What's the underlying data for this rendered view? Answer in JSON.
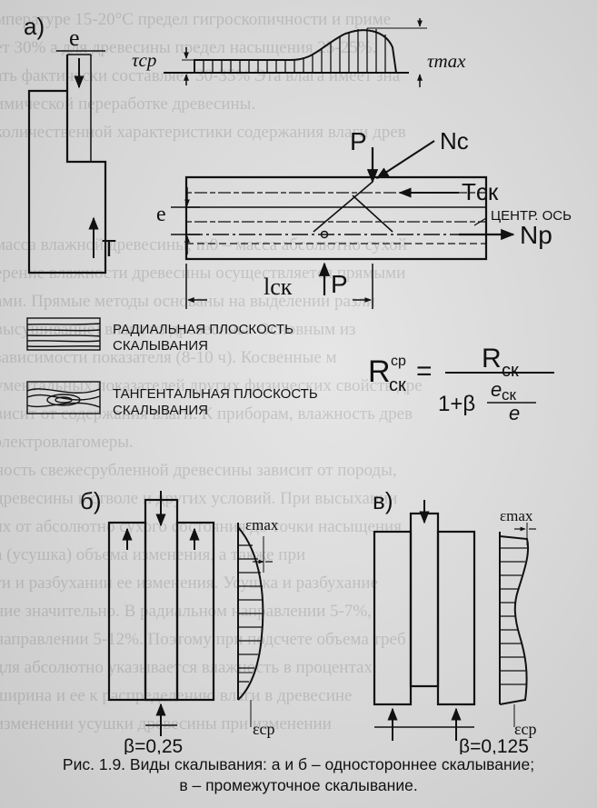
{
  "panel_a": {
    "label": "а)",
    "tau_avg": "τср",
    "tau_max": "τmax",
    "e": "e",
    "T": "T",
    "P_top": "P",
    "N_c": "Nс",
    "T_sk": "Tск",
    "axis_label": "ЦЕНТР. ОСЬ",
    "N_p": "Nр",
    "P_bottom": "P",
    "l_sk": "lск"
  },
  "legend": {
    "radial": [
      "РАДИАЛЬНАЯ ПЛОСКОСТЬ",
      "СКАЛЫВАНИЯ"
    ],
    "tangential": [
      "ТАНГЕНТАЛЬНАЯ ПЛОСКОСТЬ",
      "СКАЛЫВАНИЯ"
    ]
  },
  "formula": {
    "lhs": "R",
    "lhs_sup": "ср",
    "lhs_sub": "ск",
    "eq": "=",
    "num": "R",
    "num_sub": "ск",
    "den_prefix": "1+β",
    "den_frac_num": "e",
    "den_frac_num_sub": "ск",
    "den_frac_den": "e"
  },
  "panel_b": {
    "label": "б)",
    "eps_max": "εmax",
    "eps_cp": "εср",
    "beta": "β=0,25"
  },
  "panel_c": {
    "label": "в)",
    "eps_max": "εmax",
    "eps_cp": "εср",
    "beta": "β=0,125"
  },
  "caption": {
    "line1": "Рис. 1.9. Виды скалывания: а и б – одностороннее скалывание;",
    "line2": "в – промежуточное скалывание."
  },
  "bleed_through": [
    "мпературе 15-20°С предел гигроскопичности и приме",
    "ет 30% а для древесины предел насыщения 25-25%.",
    "ать фактически составляет 30-35% Эта влага имеет зна",
    "имической переработке древесины.",
    "количественной характеристики содержания влаги древ",
    "",
    "",
    "",
    "масса влажной древесины; m0 – масса абсолютно сухой",
    "ерение влажности древесины осуществляется прямыми",
    "ами. Прямые методы основаны на выделении разли",
    "высушивание) влаги из древесины. Основным из",
    "зависимости показателя (8-10 ч). Косвенные м",
    "ументальных показателей других физических свойств дре",
    "висит от содержания влаги. К приборам, влажность древ",
    "электровлагомеры.",
    "ность свежесрубленной древесины зависит от породы,",
    "древесины в стволе и других условий. При высыхании",
    "ях от абсолютно сухого состояния до точки насыщения",
    "а (усушка) объема изменения, а также при",
    "ги и разбухании ее изменения. Усушка и разбухание",
    "ние значительно. В радиальном направлении 5-7%,",
    "направлении 5-12%. Поэтому при подсчете объема треб",
    "для абсолютно указывается влажность в процентах.",
    "ширина и ее к распределению влаги в древесине",
    "изменении усушки древесины при изменении"
  ]
}
